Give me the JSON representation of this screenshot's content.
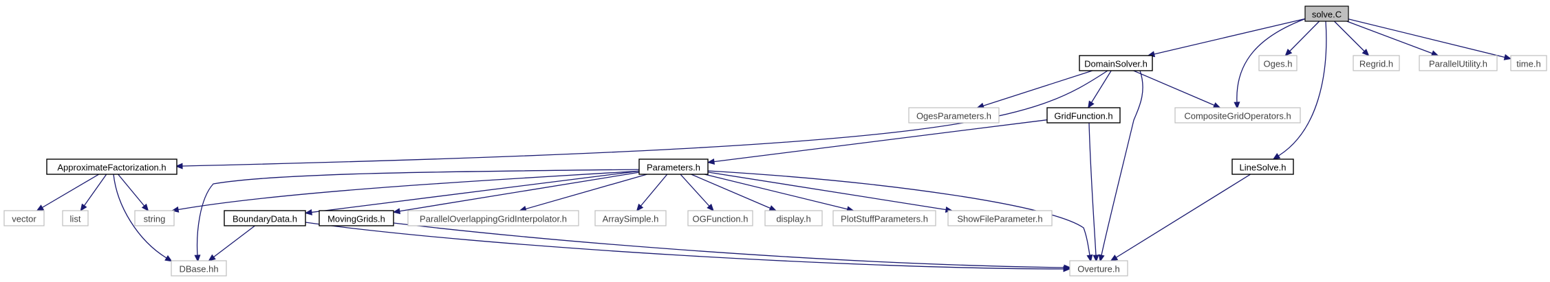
{
  "diagram": {
    "nodes": [
      {
        "id": "solve_C",
        "label": "solve.C",
        "style": "root"
      },
      {
        "id": "DomainSolver_h",
        "label": "DomainSolver.h",
        "style": "documented"
      },
      {
        "id": "Oges_h",
        "label": "Oges.h",
        "style": "external"
      },
      {
        "id": "Regrid_h",
        "label": "Regrid.h",
        "style": "external"
      },
      {
        "id": "ParallelUtility_h",
        "label": "ParallelUtility.h",
        "style": "external"
      },
      {
        "id": "time_h",
        "label": "time.h",
        "style": "external"
      },
      {
        "id": "OgesParameters_h",
        "label": "OgesParameters.h",
        "style": "external"
      },
      {
        "id": "GridFunction_h",
        "label": "GridFunction.h",
        "style": "documented"
      },
      {
        "id": "CompositeGridOperators_h",
        "label": "CompositeGridOperators.h",
        "style": "external"
      },
      {
        "id": "ApproximateFactorization_h",
        "label": "ApproximateFactorization.h",
        "style": "documented"
      },
      {
        "id": "Parameters_h",
        "label": "Parameters.h",
        "style": "documented"
      },
      {
        "id": "LineSolve_h",
        "label": "LineSolve.h",
        "style": "documented"
      },
      {
        "id": "vector",
        "label": "vector",
        "style": "external"
      },
      {
        "id": "list",
        "label": "list",
        "style": "external"
      },
      {
        "id": "string",
        "label": "string",
        "style": "external"
      },
      {
        "id": "BoundaryData_h",
        "label": "BoundaryData.h",
        "style": "documented"
      },
      {
        "id": "MovingGrids_h",
        "label": "MovingGrids.h",
        "style": "documented"
      },
      {
        "id": "ParallelOverlappingGridInterpolator_h",
        "label": "ParallelOverlappingGridInterpolator.h",
        "style": "external"
      },
      {
        "id": "ArraySimple_h",
        "label": "ArraySimple.h",
        "style": "external"
      },
      {
        "id": "OGFunction_h",
        "label": "OGFunction.h",
        "style": "external"
      },
      {
        "id": "display_h",
        "label": "display.h",
        "style": "external"
      },
      {
        "id": "PlotStuffParameters_h",
        "label": "PlotStuffParameters.h",
        "style": "external"
      },
      {
        "id": "ShowFileParameter_h",
        "label": "ShowFileParameter.h",
        "style": "external"
      },
      {
        "id": "DBase_hh",
        "label": "DBase.hh",
        "style": "external"
      },
      {
        "id": "Overture_h",
        "label": "Overture.h",
        "style": "external"
      }
    ],
    "edges": [
      {
        "from": "solve_C",
        "to": "DomainSolver_h"
      },
      {
        "from": "solve_C",
        "to": "CompositeGridOperators_h"
      },
      {
        "from": "solve_C",
        "to": "Oges_h"
      },
      {
        "from": "solve_C",
        "to": "Regrid_h"
      },
      {
        "from": "solve_C",
        "to": "ParallelUtility_h"
      },
      {
        "from": "solve_C",
        "to": "time_h"
      },
      {
        "from": "solve_C",
        "to": "LineSolve_h"
      },
      {
        "from": "DomainSolver_h",
        "to": "OgesParameters_h"
      },
      {
        "from": "DomainSolver_h",
        "to": "ApproximateFactorization_h"
      },
      {
        "from": "DomainSolver_h",
        "to": "GridFunction_h"
      },
      {
        "from": "DomainSolver_h",
        "to": "CompositeGridOperators_h"
      },
      {
        "from": "DomainSolver_h",
        "to": "Overture_h"
      },
      {
        "from": "GridFunction_h",
        "to": "Parameters_h"
      },
      {
        "from": "GridFunction_h",
        "to": "Overture_h"
      },
      {
        "from": "ApproximateFactorization_h",
        "to": "vector"
      },
      {
        "from": "ApproximateFactorization_h",
        "to": "list"
      },
      {
        "from": "ApproximateFactorization_h",
        "to": "string"
      },
      {
        "from": "ApproximateFactorization_h",
        "to": "DBase_hh"
      },
      {
        "from": "Parameters_h",
        "to": "string"
      },
      {
        "from": "Parameters_h",
        "to": "DBase_hh"
      },
      {
        "from": "Parameters_h",
        "to": "BoundaryData_h"
      },
      {
        "from": "Parameters_h",
        "to": "MovingGrids_h"
      },
      {
        "from": "Parameters_h",
        "to": "ParallelOverlappingGridInterpolator_h"
      },
      {
        "from": "Parameters_h",
        "to": "ArraySimple_h"
      },
      {
        "from": "Parameters_h",
        "to": "OGFunction_h"
      },
      {
        "from": "Parameters_h",
        "to": "display_h"
      },
      {
        "from": "Parameters_h",
        "to": "PlotStuffParameters_h"
      },
      {
        "from": "Parameters_h",
        "to": "ShowFileParameter_h"
      },
      {
        "from": "Parameters_h",
        "to": "Overture_h"
      },
      {
        "from": "BoundaryData_h",
        "to": "DBase_hh"
      },
      {
        "from": "BoundaryData_h",
        "to": "Overture_h"
      },
      {
        "from": "MovingGrids_h",
        "to": "Overture_h"
      },
      {
        "from": "LineSolve_h",
        "to": "Overture_h"
      }
    ]
  }
}
